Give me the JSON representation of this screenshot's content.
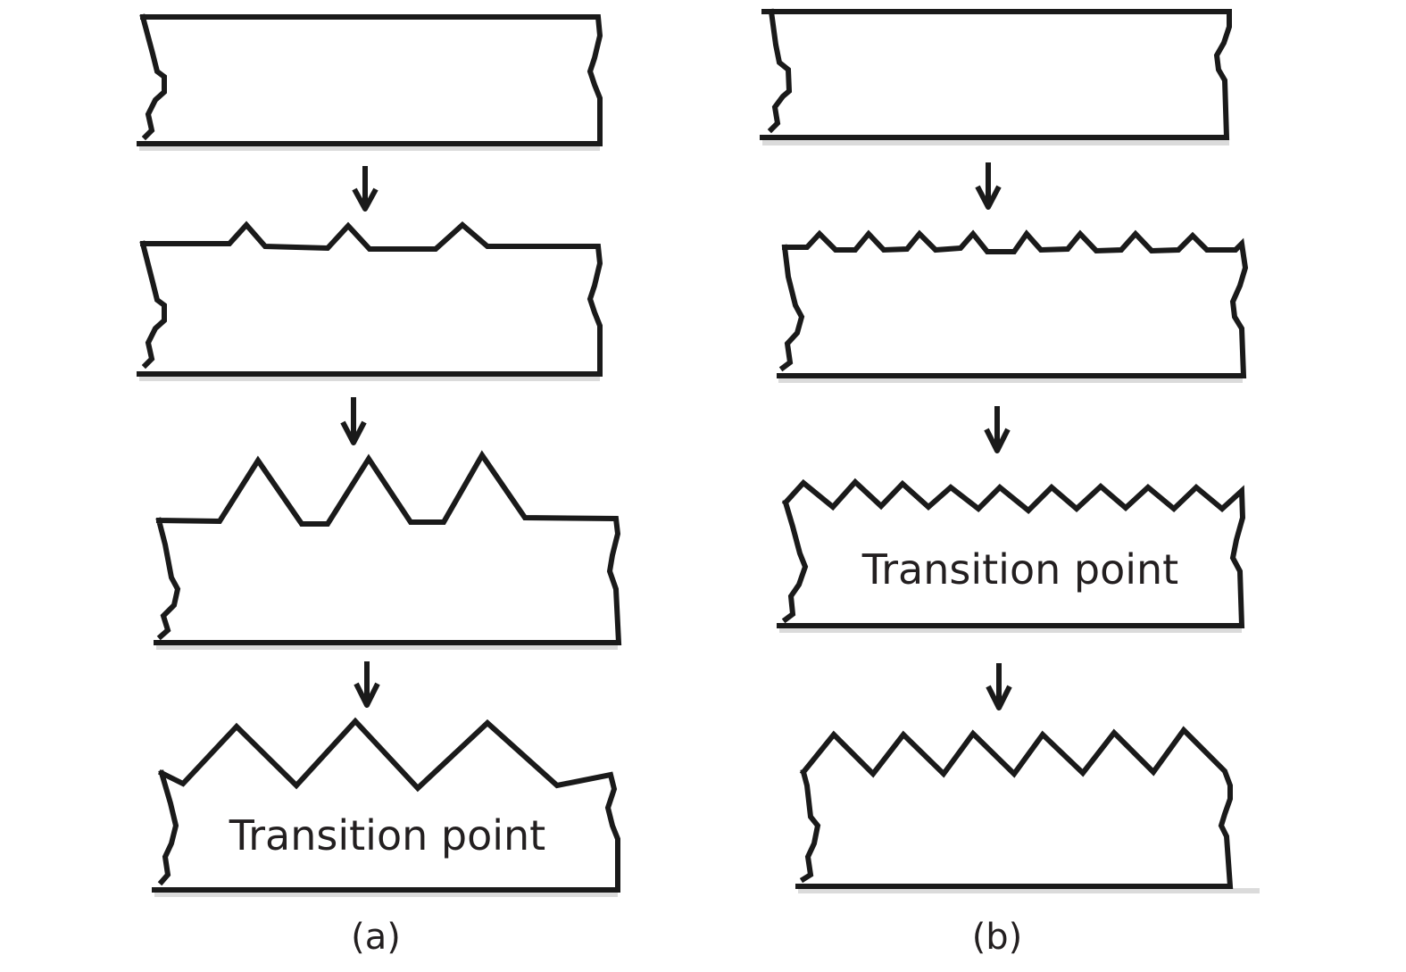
{
  "panels": [
    {
      "id": "a",
      "caption": "(a)",
      "transition_label": "Transition point",
      "stages": [
        {
          "peaks": 0,
          "label": ""
        },
        {
          "peaks": 3,
          "label": ""
        },
        {
          "peaks": 3,
          "label": ""
        },
        {
          "peaks": 3,
          "label": "Transition point"
        }
      ]
    },
    {
      "id": "b",
      "caption": "(b)",
      "transition_label": "Transition point",
      "stages": [
        {
          "peaks": 0,
          "label": ""
        },
        {
          "peaks": 8,
          "label": ""
        },
        {
          "peaks": 9,
          "label": "Transition point"
        },
        {
          "peaks": 6,
          "label": ""
        }
      ]
    }
  ],
  "colors": {
    "stroke": "#1a1a1a",
    "text": "#231f20",
    "background": "#ffffff"
  }
}
